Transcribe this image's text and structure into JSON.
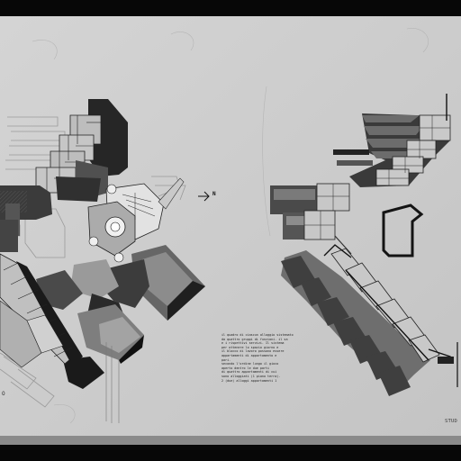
{
  "sheet": {
    "north_label": "N",
    "studio_mark": "STUD",
    "left_edge_mark": "O",
    "caption_lines": [
      "il quadro di ciascun alloggio sistemato",
      "da quattro gruppi di funzioni. il sa",
      "e i rispettivi servizi. Il sistema",
      "per ottenere lo spazio giorno e",
      "il blocco di lavoro possono essere",
      "appartamenti di appartamento e",
      "pari.",
      "secondo l'ordine lungo il gioco",
      "aperto dentro le due parti",
      "di quattro appartamenti di cui",
      "sono alloggiati (1 piano terra).",
      "2 (due) alloggi appartamenti 1"
    ]
  },
  "colors": {
    "board": "#cfcfcf",
    "frame": "#070707",
    "ink": "#1b1b1b",
    "mid_grey": "#777777",
    "dark_grey": "#3a3a3a"
  }
}
